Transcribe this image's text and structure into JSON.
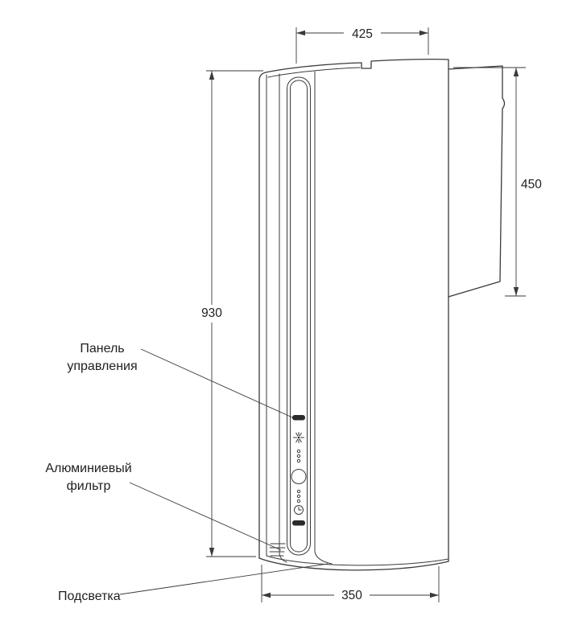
{
  "drawing": {
    "subject": "kitchen-hood-dimension-diagram",
    "dimensions": {
      "top_width": "425",
      "duct_height": "450",
      "body_height": "930",
      "bottom_width": "350"
    },
    "callouts": {
      "control_panel": [
        "Панель",
        "управления"
      ],
      "aluminium_filter": [
        "Алюминиевый",
        "фильтр"
      ],
      "backlight": [
        "Подсветка"
      ]
    },
    "colors": {
      "line": "#3a3a3a",
      "text": "#1f1f1f",
      "background": "#ffffff"
    }
  }
}
